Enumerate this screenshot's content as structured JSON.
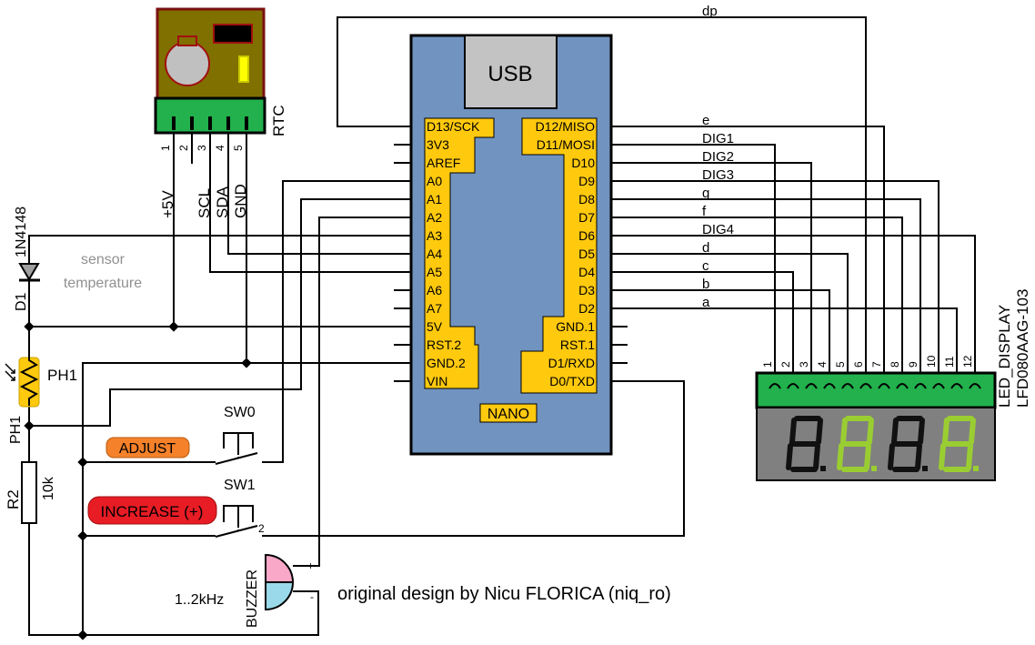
{
  "rtc": {
    "label": "RTC",
    "pins": [
      "1",
      "2",
      "3",
      "4",
      "5"
    ],
    "signals": {
      "p1": "+5V",
      "p3": "SCL",
      "p4": "SDA",
      "p5": "GND"
    }
  },
  "nano": {
    "usb_label": "USB",
    "board_label": "NANO",
    "left_pins": [
      "D13/SCK",
      "3V3",
      "AREF",
      "A0",
      "A1",
      "A2",
      "A3",
      "A4",
      "A5",
      "A6",
      "A7",
      "5V",
      "RST.2",
      "GND.2",
      "VIN"
    ],
    "right_pins": [
      "D12/MISO",
      "D11/MOSI",
      "D10",
      "D9",
      "D8",
      "D7",
      "D6",
      "D5",
      "D4",
      "D3",
      "D2",
      "GND.1",
      "RST.1",
      "D1/RXD",
      "D0/TXD"
    ]
  },
  "nets": {
    "dp": "dp",
    "e": "e",
    "dig1": "DIG1",
    "dig2": "DIG2",
    "dig3": "DIG3",
    "g": "g",
    "f": "f",
    "dig4": "DIG4",
    "d": "d",
    "c": "c",
    "b": "b",
    "a": "a"
  },
  "display": {
    "title": "LED_DISPLAY",
    "model": "LFD080AAG-103",
    "pins": [
      "1",
      "2",
      "3",
      "4",
      "5",
      "6",
      "7",
      "8",
      "9",
      "10",
      "11",
      "12"
    ],
    "digit_color": "#9acd32"
  },
  "diode": {
    "ref": "D1",
    "part": "1N4148",
    "note_line1": "sensor",
    "note_line2": "temperature"
  },
  "photoresistor": {
    "ref": "PH1",
    "label": "PH1"
  },
  "resistor": {
    "ref": "R2",
    "value": "10k"
  },
  "switches": [
    {
      "ref": "SW0",
      "button_label": "ADJUST",
      "color": "#f5812a"
    },
    {
      "ref": "SW1",
      "button_label": "INCREASE (+)",
      "color": "#e81c24",
      "pin_note": "2"
    }
  ],
  "buzzer": {
    "label": "BUZZER",
    "freq": "1..2kHz",
    "plus": "+",
    "minus": "-"
  },
  "credit": "original design by Nicu FLORICA (niq_ro)"
}
